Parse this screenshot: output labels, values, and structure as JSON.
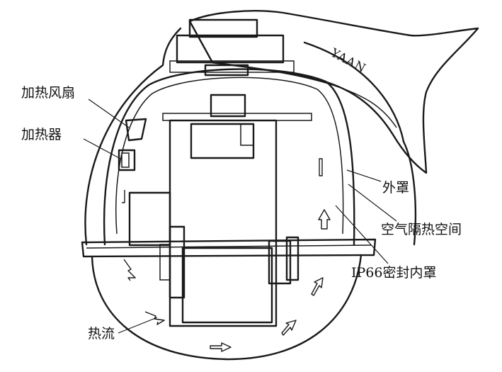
{
  "brand_text": "YAAN",
  "labels": {
    "heater_fan": "加热风扇",
    "heater": "加热器",
    "outer_cover": "外罩",
    "air_insulation_space": "空气隔热空间",
    "ip66_sealed_inner_cover": "IP66密封内罩",
    "heat_flow": "热流"
  },
  "colors": {
    "line": "#1a1a1a",
    "background": "#ffffff"
  }
}
